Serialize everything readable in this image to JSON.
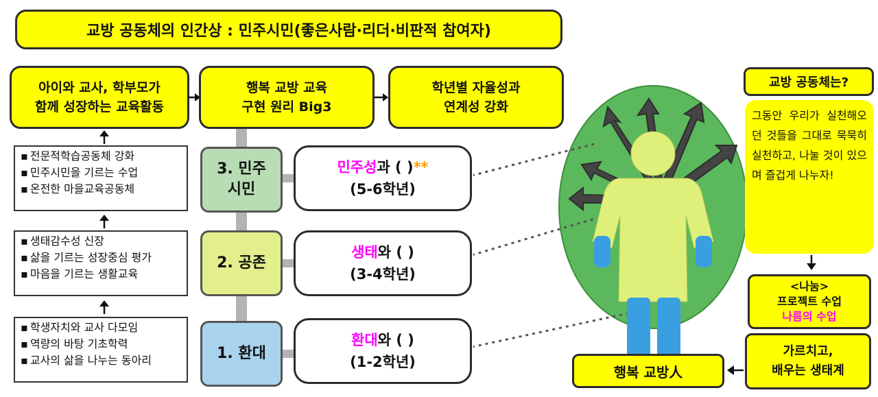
{
  "title": "교방 공동체의 인간상 : 민주시민(좋은사람·리더·비판적 참여자)",
  "top_row": {
    "box1_line1": "아이와 교사, 학부모가",
    "box1_line2": "함께 성장하는 교육활동",
    "box2_line1": "행복 교방 교육",
    "box2_line2": "구현 원리 Big3",
    "box3_line1": "학년별 자율성과",
    "box3_line2": "연계성 강화"
  },
  "lists": [
    [
      "전문적학습공동체 강화",
      "민주시민을 기르는 수업",
      "온전한 마을교육공동체"
    ],
    [
      "생태감수성 신장",
      "삶을 기르는 성장중심 평가",
      "마음을 기르는 생활교육"
    ],
    [
      "학생자치와 교사 다모임",
      "역량의 바탕 기초학력",
      "교사의 삶을 나누는 동아리"
    ]
  ],
  "stages": [
    {
      "line1": "3. 민주",
      "line2": "시민",
      "color": "#b8dcb4"
    },
    {
      "line1": "2. 공존",
      "line2": "",
      "color": "#e2ef8c"
    },
    {
      "line1": "1. 환대",
      "line2": "",
      "color": "#a9d3ee"
    }
  ],
  "themes": [
    {
      "keyword": "민주성",
      "rest": "과 ( )",
      "mark": "**",
      "grade": "(5-6학년)"
    },
    {
      "keyword": "생태",
      "rest": "와 ( )",
      "mark": "",
      "grade": "(3-4학년)"
    },
    {
      "keyword": "환대",
      "rest": "와 ( )",
      "mark": "",
      "grade": "(1-2학년)"
    }
  ],
  "right": {
    "question": "교방 공동체는?",
    "answer": "그동안 우리가 실천해오던 것들을 그대로 묵묵히 실천하고, 나눌 것이 있으며 즐겁게 나누자!",
    "share_line1": "<나눔>",
    "share_line2": "프로젝트 수업",
    "share_line3": "나름의 수업",
    "teach_line1": "가르치고,",
    "teach_line2": "배우는 생태계",
    "person": "행복 교방人"
  },
  "colors": {
    "yellow": "#ffff00",
    "green_circle": "#5cb85c",
    "figure_body": "#dff07a",
    "figure_limbs": "#3a9fe0",
    "pink": "#ff00ff",
    "orange": "#ff9900"
  },
  "icons": [
    "right-arrow-icon",
    "up-arrow-icon",
    "down-arrow-icon",
    "left-arrow-icon",
    "radiating-arrows-icon",
    "person-figure-icon"
  ]
}
